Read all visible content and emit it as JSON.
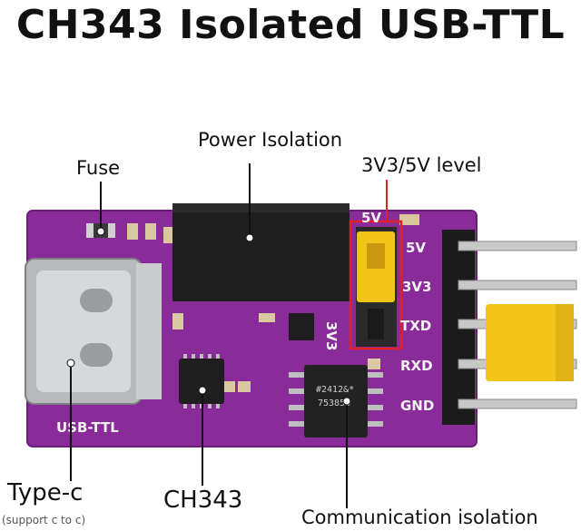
{
  "title": "CH343 Isolated USB-TTL",
  "labels": {
    "fuse": "Fuse",
    "power_isolation": "Power Isolation",
    "level": "3V3/5V level",
    "type_c": "Type-c",
    "type_c_note": "(support c to c)",
    "ch343": "CH343",
    "comm_isolation": "Communication isolation"
  },
  "silkscreen": {
    "board_name": "USB-TTL",
    "jumper_5v": "5V",
    "jumper_3v3": "3V3",
    "pins": [
      "5V",
      "3V3",
      "TXD",
      "RXD",
      "GND"
    ],
    "chip_line1": "#2412&*",
    "chip_line2": "753853"
  },
  "colors": {
    "pcb": "#8a2b9a",
    "header": "#1b1b1b",
    "jumper": "#f2c41a",
    "highlight_box": "#e21f26"
  }
}
